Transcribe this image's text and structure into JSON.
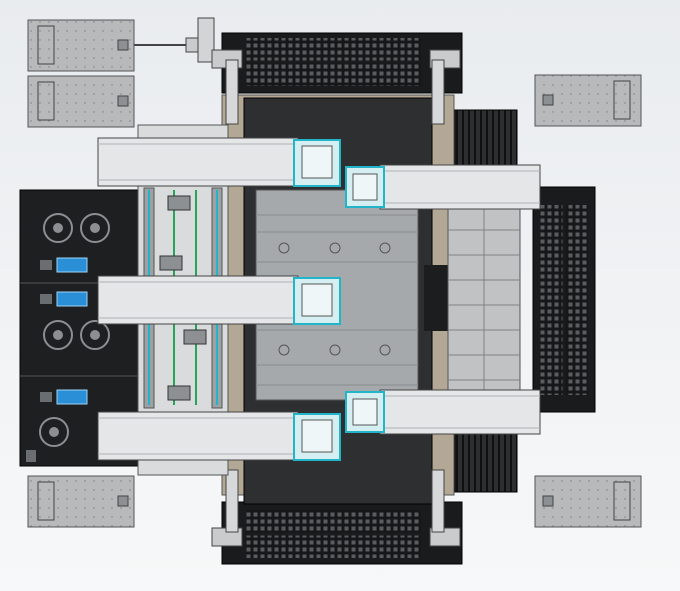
{
  "drawing": {
    "view": "top view",
    "description_visible_text": [],
    "colors": {
      "background_top": "#e9ecef",
      "background_bottom": "#f7f8f9",
      "panel_grey": "#b7b9bb",
      "panel_outline": "#555555",
      "dark_bed": "#2d2f31",
      "black_cabinet": "#1e1f21",
      "conveyor_white": "#e4e6e8",
      "cyan_accent": "#22b4c8",
      "blue_accent": "#2a8fd6",
      "green_rail": "#27a35a",
      "mesh_dark": "#161718",
      "tan_frame": "#b3a795"
    },
    "components": [
      {
        "id": "control-box-top-left-1",
        "icon": "control-box"
      },
      {
        "id": "control-box-top-left-2",
        "icon": "control-box"
      },
      {
        "id": "control-box-top-right",
        "icon": "control-box"
      },
      {
        "id": "control-box-bottom-left",
        "icon": "control-box"
      },
      {
        "id": "control-box-bottom-right",
        "icon": "control-box"
      },
      {
        "id": "black-cabinet-left",
        "icon": "cabinet-with-fans"
      },
      {
        "id": "machine-bed",
        "icon": "dark-bed"
      },
      {
        "id": "mesh-panel-top",
        "icon": "mesh-grid"
      },
      {
        "id": "mesh-panel-bottom",
        "icon": "mesh-grid"
      },
      {
        "id": "mesh-panel-right",
        "icon": "mesh-grid"
      },
      {
        "id": "bellows-right-top",
        "icon": "bellows"
      },
      {
        "id": "bellows-right-bottom",
        "icon": "bellows"
      },
      {
        "id": "conveyor-left-1",
        "icon": "conveyor-arm"
      },
      {
        "id": "conveyor-left-2",
        "icon": "conveyor-arm"
      },
      {
        "id": "conveyor-left-3",
        "icon": "conveyor-arm"
      },
      {
        "id": "conveyor-right-1",
        "icon": "conveyor-arm"
      },
      {
        "id": "conveyor-right-2",
        "icon": "conveyor-arm"
      }
    ]
  }
}
